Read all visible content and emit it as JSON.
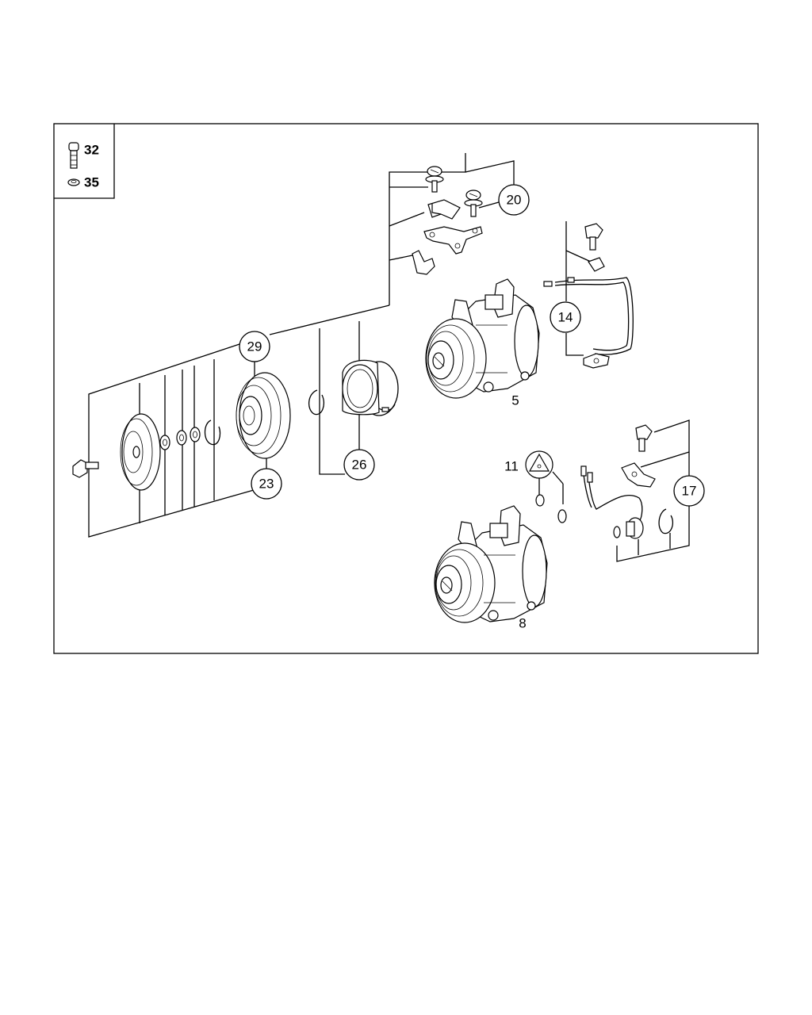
{
  "legend": {
    "items": [
      {
        "label": "32",
        "icon": "bolt-icon"
      },
      {
        "label": "35",
        "icon": "washer-icon"
      }
    ]
  },
  "callouts": {
    "c20": "20",
    "c14": "14",
    "c29": "29",
    "c26": "26",
    "c23": "23",
    "c17": "17"
  },
  "labels": {
    "l5": "5",
    "l11": "11",
    "l8": "8"
  }
}
